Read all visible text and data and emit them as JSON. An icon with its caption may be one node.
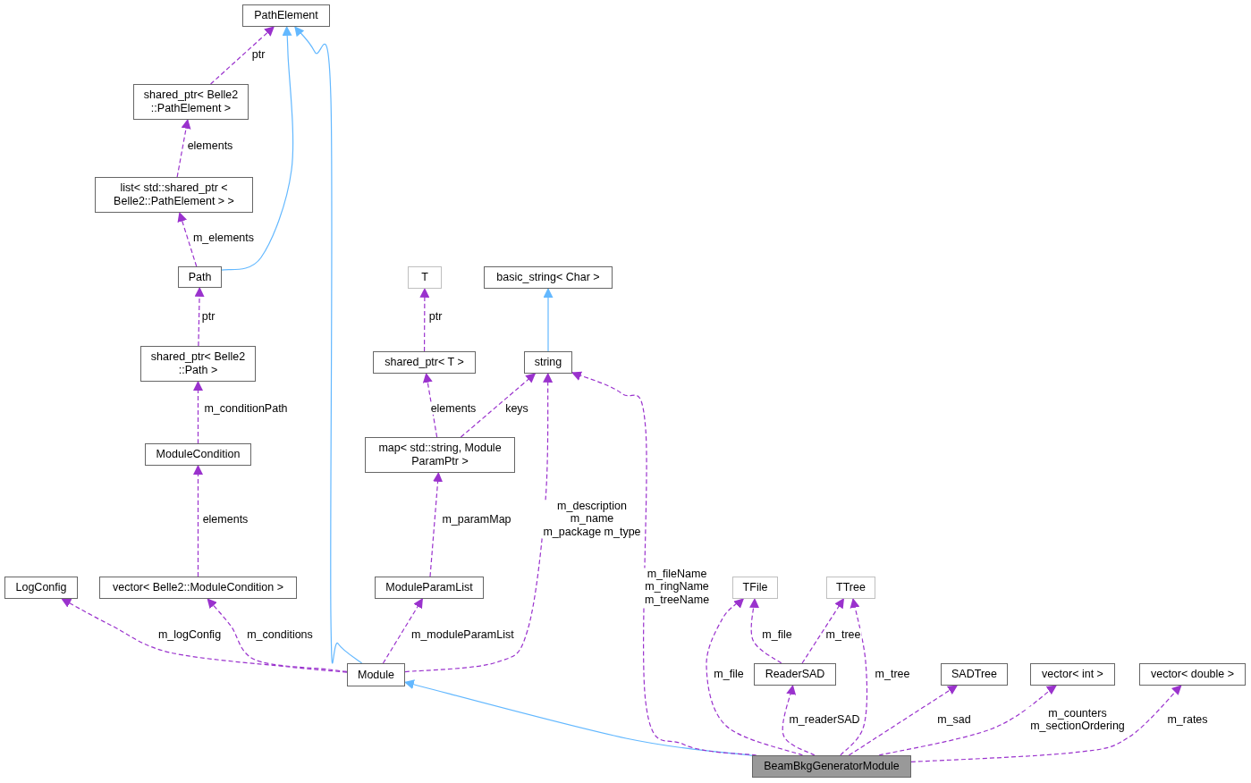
{
  "diagram": {
    "nodes": [
      {
        "text": [
          "PathElement"
        ]
      },
      {
        "text": [
          "shared_ptr< Belle2 ::PathElement >"
        ]
      },
      {
        "text": [
          "list< std::shared_ptr < Belle2::PathElement > >"
        ]
      },
      {
        "text": [
          "Path"
        ]
      },
      {
        "text": [
          "shared_ptr< Belle2 ::Path >"
        ]
      },
      {
        "text": [
          "ModuleCondition"
        ]
      },
      {
        "text": [
          "vector< Belle2::ModuleCondition >"
        ]
      },
      {
        "text": [
          "LogConfig"
        ]
      },
      {
        "text": [
          "T"
        ]
      },
      {
        "text": [
          "basic_string< Char >"
        ]
      },
      {
        "text": [
          "shared_ptr< T >"
        ]
      },
      {
        "text": [
          "string"
        ]
      },
      {
        "text": [
          "map< std::string, Module ParamPtr >"
        ]
      },
      {
        "text": [
          "ModuleParamList"
        ]
      },
      {
        "text": [
          "Module"
        ]
      },
      {
        "text": [
          "TFile"
        ]
      },
      {
        "text": [
          "TTree"
        ]
      },
      {
        "text": [
          "ReaderSAD"
        ]
      },
      {
        "text": [
          "SADTree"
        ]
      },
      {
        "text": [
          "vector< int >"
        ]
      },
      {
        "text": [
          "vector< double >"
        ]
      },
      {
        "text": [
          "BeamBkgGeneratorModule"
        ]
      }
    ],
    "edges": [
      {
        "from": 3,
        "to": 0,
        "arrow": "to",
        "color": "#63b8ff"
      },
      {
        "from": 14,
        "to": 0,
        "arrow": "to",
        "color": "#63b8ff"
      },
      {
        "from": 1,
        "to": 0,
        "arrow": "to",
        "label": "ptr",
        "style": "dashed"
      },
      {
        "from": 2,
        "to": 1,
        "arrow": "to",
        "label": "elements",
        "style": "dashed"
      },
      {
        "from": 3,
        "to": 2,
        "arrow": "to",
        "label": "m_elements",
        "style": "dashed"
      },
      {
        "from": 4,
        "to": 3,
        "arrow": "to",
        "label": "ptr",
        "style": "dashed"
      },
      {
        "from": 5,
        "to": 4,
        "arrow": "to",
        "label": "m_conditionPath",
        "style": "dashed"
      },
      {
        "from": 6,
        "to": 5,
        "arrow": "to",
        "label": "elements",
        "style": "dashed"
      },
      {
        "from": 14,
        "to": 7,
        "arrow": "to",
        "label": "m_logConfig",
        "style": "dashed"
      },
      {
        "from": 14,
        "to": 6,
        "arrow": "to",
        "label": "m_conditions",
        "style": "dashed"
      },
      {
        "from": 10,
        "to": 8,
        "arrow": "to",
        "label": "ptr",
        "style": "dashed"
      },
      {
        "from": 11,
        "to": 9,
        "arrow": "to",
        "color": "#63b8ff"
      },
      {
        "from": 12,
        "to": 10,
        "arrow": "to",
        "label": "elements",
        "style": "dashed"
      },
      {
        "from": 12,
        "to": 11,
        "arrow": "to",
        "label": "keys",
        "style": "dashed"
      },
      {
        "from": 13,
        "to": 12,
        "arrow": "to",
        "label": "m_paramMap",
        "style": "dashed"
      },
      {
        "from": 14,
        "to": 13,
        "arrow": "to",
        "label": "m_moduleParamList",
        "style": "dashed"
      },
      {
        "from": 14,
        "to": 11,
        "arrow": "to",
        "label": "m_description m_name m_package m_type",
        "style": "dashed"
      },
      {
        "from": 21,
        "to": 14,
        "arrow": "to",
        "color": "#63b8ff"
      },
      {
        "from": 21,
        "to": 11,
        "arrow": "to",
        "label": "m_fileName m_ringName m_treeName",
        "style": "dashed"
      },
      {
        "from": 21,
        "to": 15,
        "arrow": "to",
        "label": "m_file",
        "style": "dashed"
      },
      {
        "from": 17,
        "to": 15,
        "arrow": "to",
        "label": "m_file",
        "style": "dashed"
      },
      {
        "from": 17,
        "to": 16,
        "arrow": "to",
        "label": "m_tree",
        "style": "dashed"
      },
      {
        "from": 21,
        "to": 17,
        "arrow": "to",
        "label": "m_readerSAD",
        "style": "dashed"
      },
      {
        "from": 21,
        "to": 16,
        "arrow": "to",
        "label": "m_tree",
        "style": "dashed"
      },
      {
        "from": 21,
        "to": 18,
        "arrow": "to",
        "label": "m_sad",
        "style": "dashed"
      },
      {
        "from": 21,
        "to": 19,
        "arrow": "to",
        "label": "m_counters m_sectionOrdering",
        "style": "dashed"
      },
      {
        "from": 21,
        "to": 20,
        "arrow": "to",
        "label": "m_rates",
        "style": "dashed"
      }
    ]
  }
}
